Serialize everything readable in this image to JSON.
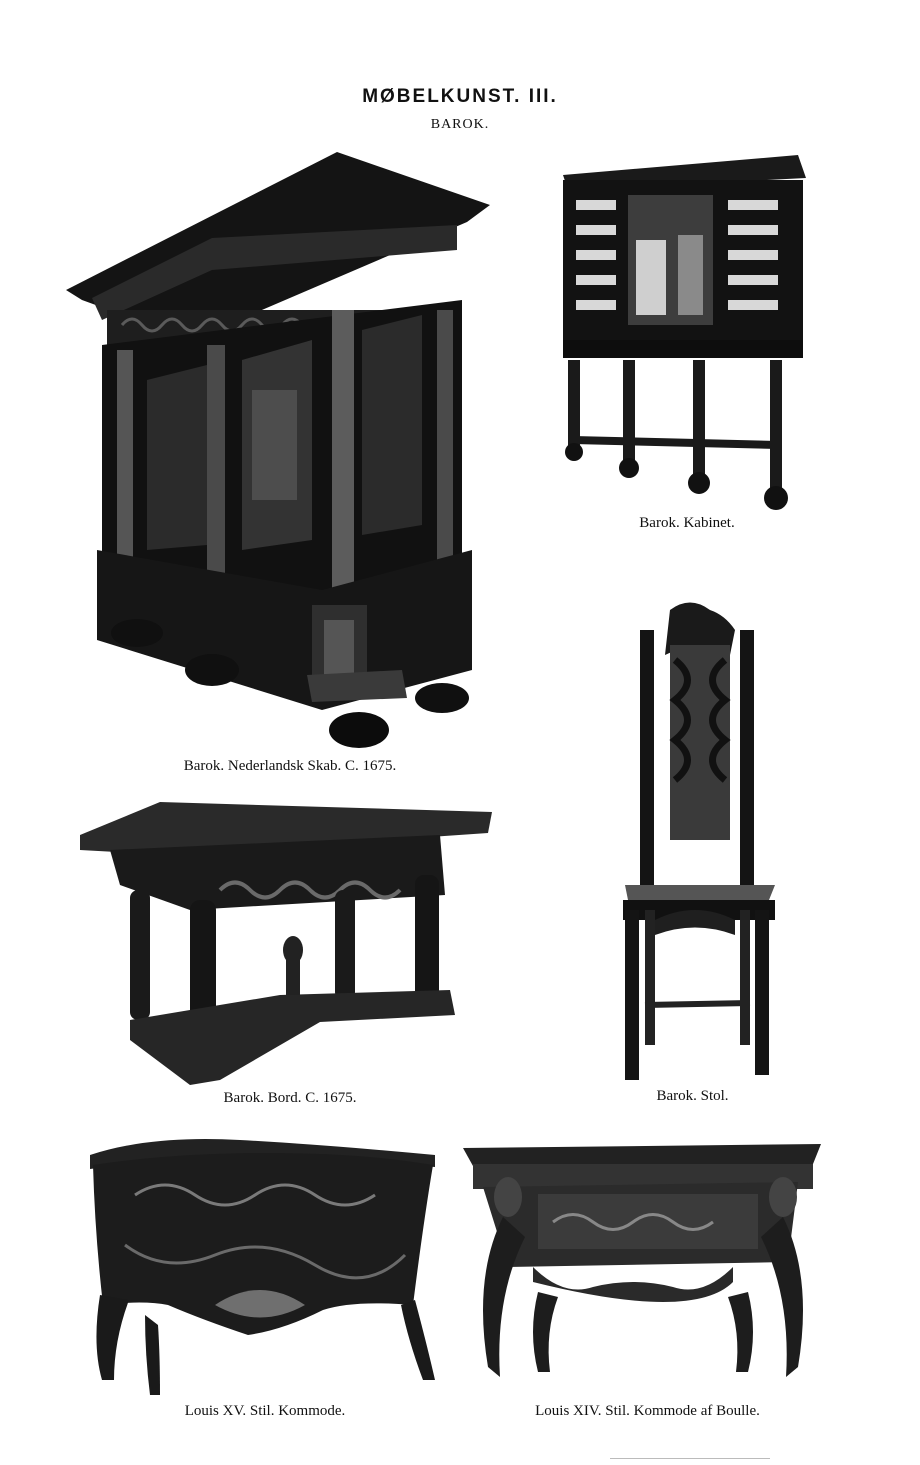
{
  "plate": {
    "title": "MØBELKUNST. III.",
    "subtitle": "BAROK."
  },
  "figures": [
    {
      "id": "skab",
      "caption": "Barok.  Nederlandsk Skab.  C. 1675.",
      "icon": "baroque-wardrobe-illustration"
    },
    {
      "id": "kabinet",
      "caption": "Barok.  Kabinet.",
      "icon": "baroque-cabinet-illustration"
    },
    {
      "id": "stol",
      "caption": "Barok.  Stol.",
      "icon": "baroque-chair-illustration"
    },
    {
      "id": "bord",
      "caption": "Barok.  Bord.  C. 1675.",
      "icon": "baroque-table-illustration"
    },
    {
      "id": "kommode-xv",
      "caption": "Louis XV.  Stil.  Kommode.",
      "icon": "louis-xv-commode-illustration"
    },
    {
      "id": "kommode-xiv",
      "caption": "Louis XIV.  Stil.  Kommode af Boulle.",
      "icon": "louis-xiv-commode-illustration"
    }
  ]
}
